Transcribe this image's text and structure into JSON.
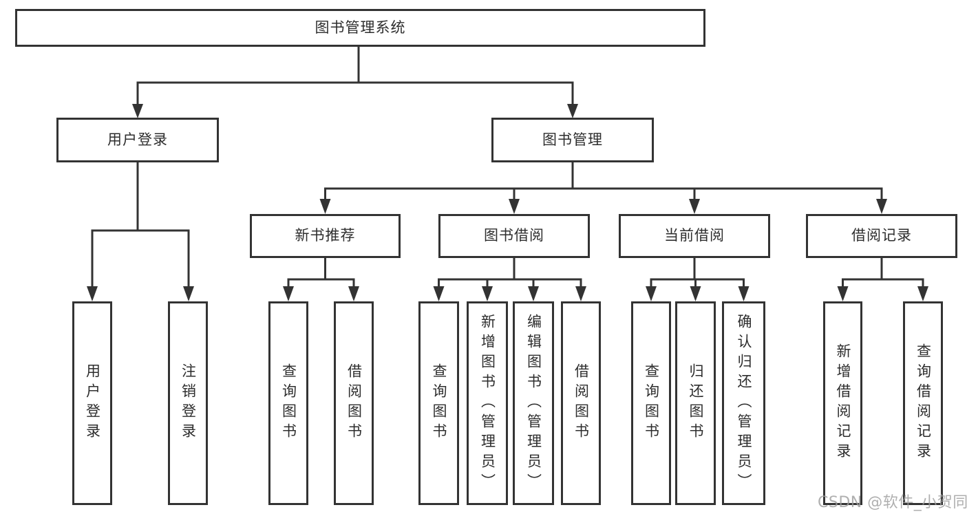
{
  "tree": {
    "label": "图书管理系统",
    "children": [
      {
        "label": "用户登录",
        "children": [
          {
            "label": "用户登录"
          },
          {
            "label": "注销登录"
          }
        ]
      },
      {
        "label": "图书管理",
        "children": [
          {
            "label": "新书推荐",
            "children": [
              {
                "label": "查询图书"
              },
              {
                "label": "借阅图书"
              }
            ]
          },
          {
            "label": "图书借阅",
            "children": [
              {
                "label": "查询图书"
              },
              {
                "label": "新增图书（管理员）"
              },
              {
                "label": "编辑图书（管理员）"
              },
              {
                "label": "借阅图书"
              }
            ]
          },
          {
            "label": "当前借阅",
            "children": [
              {
                "label": "查询图书"
              },
              {
                "label": "归还图书"
              },
              {
                "label": "确认归还（管理员）"
              }
            ]
          },
          {
            "label": "借阅记录",
            "children": [
              {
                "label": "新增借阅记录"
              },
              {
                "label": "查询借阅记录"
              }
            ]
          }
        ]
      }
    ]
  },
  "watermark": {
    "text": "CSDN @软件_小贺同学"
  },
  "colors": {
    "line": "#333333",
    "text": "#2d2d2d",
    "watermark": "#9e9e9e",
    "background": "#ffffff"
  }
}
